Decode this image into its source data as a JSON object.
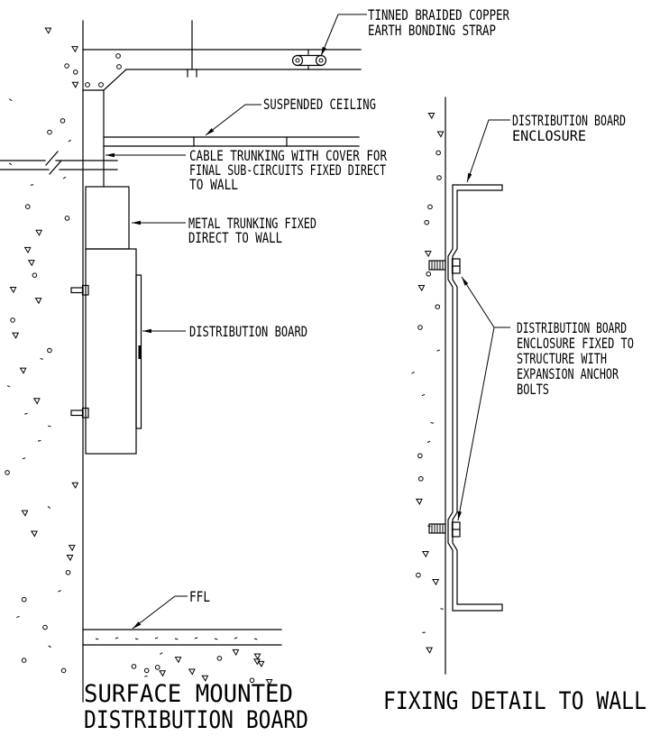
{
  "colors": {
    "line": "#000000",
    "background": "#ffffff"
  },
  "drawings": {
    "left": {
      "title_line1": "SURFACE MOUNTED",
      "title_line2": "DISTRIBUTION BOARD",
      "labels": {
        "earth_strap_line1": "TINNED BRAIDED COPPER",
        "earth_strap_line2": "EARTH BONDING STRAP",
        "suspended_ceiling": "SUSPENDED CEILING",
        "cable_trunking_line1": "CABLE TRUNKING WITH COVER FOR",
        "cable_trunking_line2": "FINAL SUB-CIRCUITS FIXED DIRECT",
        "cable_trunking_line3": "TO WALL",
        "metal_trunking_line1": "METAL TRUNKING FIXED",
        "metal_trunking_line2": "DIRECT TO WALL",
        "distribution_board": "DISTRIBUTION BOARD",
        "ffl": "FFL"
      }
    },
    "right": {
      "title": "FIXING DETAIL TO WALL",
      "labels": {
        "enclosure_line1": "DISTRIBUTION BOARD",
        "enclosure_line2": "ENCLOSURE",
        "fixing_line1": "DISTRIBUTION BOARD",
        "fixing_line2": "ENCLOSURE FIXED TO",
        "fixing_line3": "STRUCTURE WITH",
        "fixing_line4": "EXPANSION ANCHOR",
        "fixing_line5": "BOLTS"
      }
    }
  }
}
